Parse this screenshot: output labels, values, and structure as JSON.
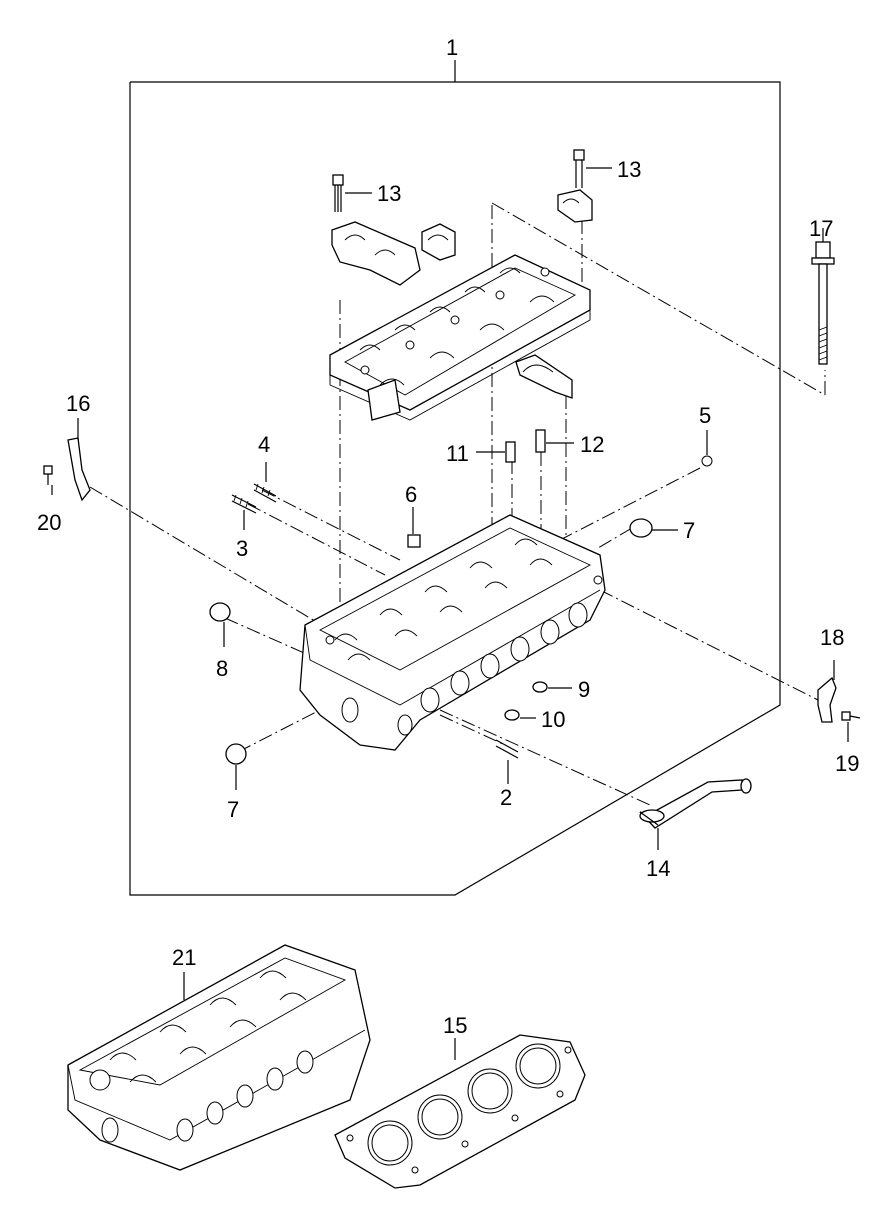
{
  "diagram": {
    "callouts": [
      "1",
      "13",
      "13",
      "17",
      "16",
      "20",
      "4",
      "3",
      "6",
      "11",
      "12",
      "5",
      "7",
      "8",
      "9",
      "10",
      "7",
      "2",
      "18",
      "19",
      "14",
      "21",
      "15"
    ]
  }
}
